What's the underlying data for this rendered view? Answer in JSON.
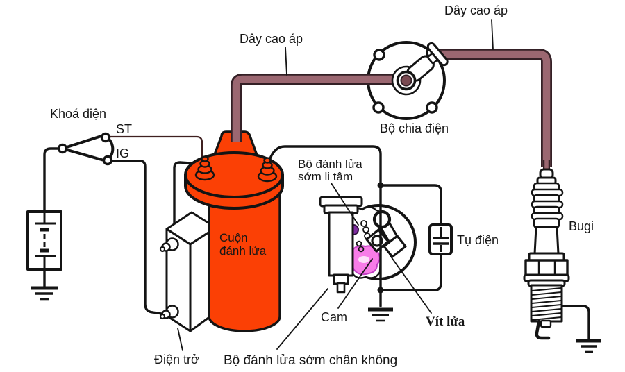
{
  "diagram": {
    "labels": {
      "high_voltage_wire_top": "Dây cao áp",
      "high_voltage_wire_right": "Dây cao áp",
      "ignition_switch": "Khoá điện",
      "terminal_st": "ST",
      "terminal_ig": "IG",
      "distributor": "Bộ chia điện",
      "centrifugal_advance_line1": "Bộ đánh lửa",
      "centrifugal_advance_line2": "sớm li tâm",
      "ignition_coil_line1": "Cuộn",
      "ignition_coil_line2": "đánh lửa",
      "capacitor": "Tụ điện",
      "spark_plug": "Bugi",
      "cam": "Cam",
      "contact_points": "Vít lửa",
      "resistor": "Điện trở",
      "vacuum_advance": "Bộ đánh lửa sớm chân không"
    },
    "colors": {
      "coil_body": "#fb4005",
      "hv_wire_fill": "#9b6771",
      "hv_wire_outline": "#342026",
      "hv_wire_tip": "#7a4a52",
      "cam_pink": "#f87ce8",
      "cam_pink_outline": "#c13fc3",
      "advance_weight_purple": "#7f2da0",
      "contact_points_label": "#5c170b"
    }
  }
}
